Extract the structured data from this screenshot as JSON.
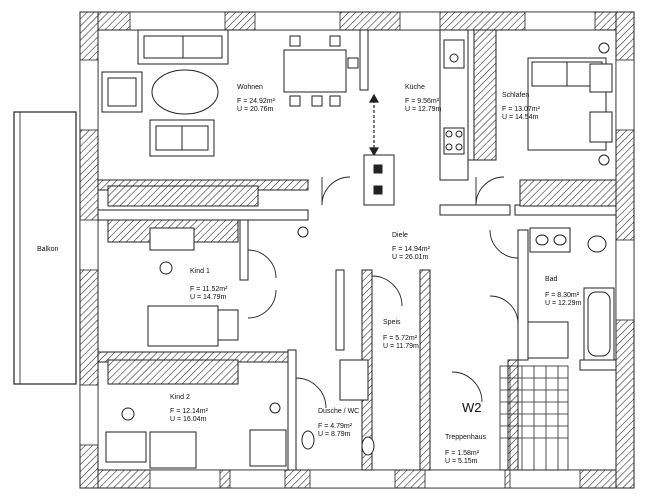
{
  "plan": {
    "balcony_label": "Balkon",
    "stair_mark": "W2",
    "rooms": [
      {
        "id": "wohnen",
        "name": "Wohnen",
        "area": "F = 24.92m²",
        "perimeter": "U = 20.76m"
      },
      {
        "id": "kueche",
        "name": "Küche",
        "area": "F = 9.56m²",
        "perimeter": "U = 12.79m"
      },
      {
        "id": "schlafen",
        "name": "Schlafen",
        "area": "F = 13.07m²",
        "perimeter": "U = 14.54m"
      },
      {
        "id": "diele",
        "name": "Diele",
        "area": "F = 14.94m²",
        "perimeter": "U = 26.01m"
      },
      {
        "id": "kind1",
        "name": "Kind 1",
        "area": "F = 11.52m²",
        "perimeter": "U = 14.79m"
      },
      {
        "id": "bad",
        "name": "Bad",
        "area": "F = 8.30m²",
        "perimeter": "U = 12.29m"
      },
      {
        "id": "speis",
        "name": "Speis",
        "area": "F = 5.72m²",
        "perimeter": "U = 11.79m"
      },
      {
        "id": "kind2",
        "name": "Kind 2",
        "area": "F = 12.14m²",
        "perimeter": "U = 16.04m"
      },
      {
        "id": "dusche",
        "name": "Dusche / WC",
        "area": "F = 4.79m²",
        "perimeter": "U = 8.79m"
      },
      {
        "id": "treppenhaus",
        "name": "Treppenhaus",
        "area": "F = 1.58m²",
        "perimeter": "U = 5.15m"
      }
    ]
  }
}
